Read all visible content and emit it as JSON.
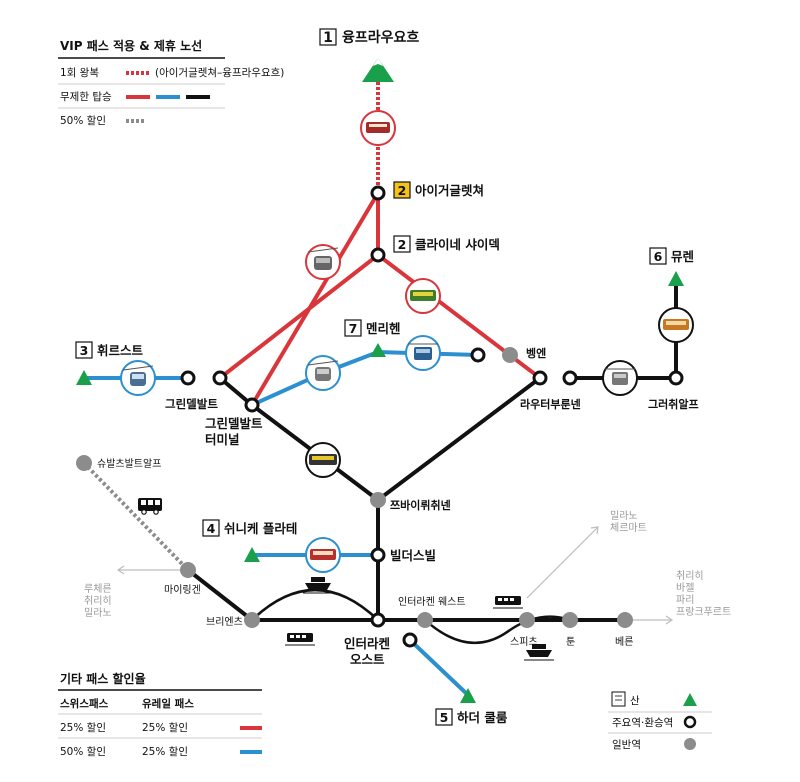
{
  "colors": {
    "red": "#d9353a",
    "blue": "#2b8fd0",
    "black": "#111111",
    "grey_station": "#8c8c8c",
    "mountain": "#1aa04a",
    "highlight": "#f4c21a",
    "light_grey": "#bdbdbd"
  },
  "vip_legend": {
    "title": "VIP 패스 적용 & 제휴 노선",
    "roundtrip_label": "1회 왕복",
    "roundtrip_note": "(아이거글렛쳐–융프라우요흐)",
    "unlimited_label": "무제한 탑승",
    "discount_label": "50% 할인"
  },
  "other_legend": {
    "title": "기타 패스 할인율",
    "col1": "스위스패스",
    "col2": "유레일 패스",
    "rows": [
      {
        "swiss": "25% 할인",
        "eurail": "25% 할인",
        "color": "#d9353a"
      },
      {
        "swiss": "50% 할인",
        "eurail": "25% 할인",
        "color": "#2b8fd0"
      }
    ]
  },
  "symbol_legend": {
    "mountain": "산",
    "major": "주요역·환승역",
    "normal": "일반역"
  },
  "stations": {
    "jungfraujoch": {
      "num": "1",
      "name": "융프라우요흐"
    },
    "eigergletscher": {
      "num": "2",
      "name": "아이거글렛쳐"
    },
    "kleine_scheidegg": {
      "num": "2",
      "name": "클라이네 샤이덱"
    },
    "first": {
      "num": "3",
      "name": "휘르스트"
    },
    "schynige": {
      "num": "4",
      "name": "쉬니케 플라테"
    },
    "harder": {
      "num": "5",
      "name": "하더 쿨룸"
    },
    "muerren": {
      "num": "6",
      "name": "뮤렌"
    },
    "maennlichen": {
      "num": "7",
      "name": "멘리헨"
    },
    "grindelwald": "그린델발트",
    "grindelwald_terminal_1": "그린델발트",
    "grindelwald_terminal_2": "터미널",
    "wengen": "벵엔",
    "lauterbrunnen": "라우터부룬넨",
    "gruetschalp": "그러취알프",
    "zweiluetschinen": "쯔바이뤼취넨",
    "wilderswil": "빌더스빌",
    "interlaken_ost_1": "인터라켄",
    "interlaken_ost_2": "오스트",
    "interlaken_west": "인터라켄 웨스트",
    "spiez": "스피츠",
    "thun": "툰",
    "bern": "베른",
    "brienz": "브리엔츠",
    "meiringen": "마이링겐",
    "schwarzwaldalp": "슈발츠발트알프"
  },
  "destinations": {
    "milano_1": "밀라노",
    "milano_2": "체르마트",
    "zurich_1": "취리히",
    "zurich_2": "바젤",
    "zurich_3": "파리",
    "zurich_4": "프랑크푸르트",
    "luzern_1": "루체른",
    "luzern_2": "취리히",
    "luzern_3": "밀라노"
  }
}
